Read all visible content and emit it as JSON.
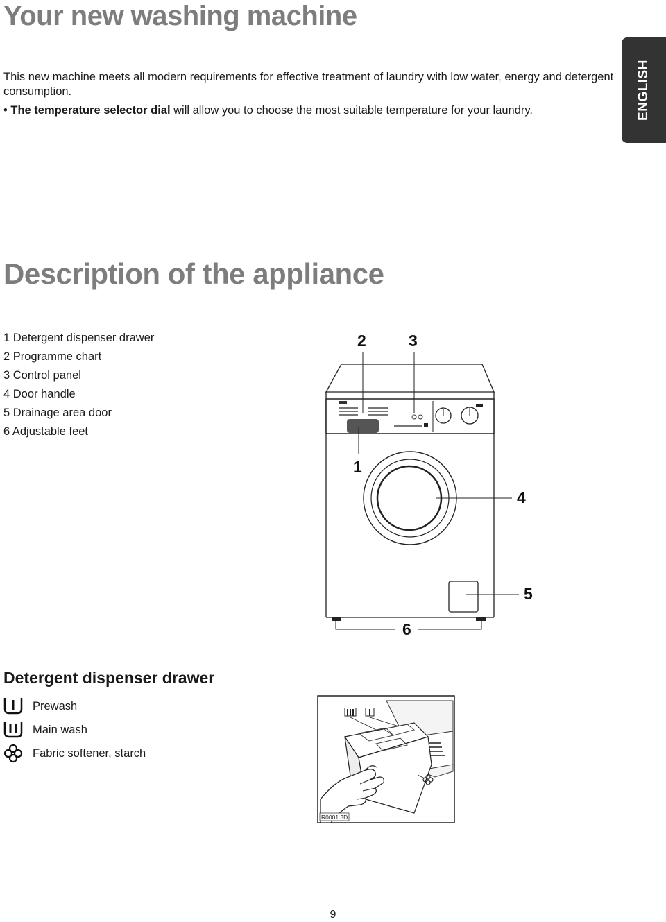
{
  "header": {
    "title": "Your new washing machine",
    "intro": "This new machine meets all modern requirements for effective treatment of laundry with low water, energy and detergent consumption.",
    "bullet_bold": "The temperature selector dial",
    "bullet_rest": " will allow you to choose the most suitable temperature for your laundry."
  },
  "language_tab": "ENGLISH",
  "description": {
    "title": "Description of the appliance",
    "parts": [
      "1 Detergent dispenser drawer",
      "2 Programme chart",
      "3 Control panel",
      "4 Door handle",
      "5 Drainage area door",
      "6 Adjustable feet"
    ],
    "callouts": [
      "1",
      "2",
      "3",
      "4",
      "5",
      "6"
    ]
  },
  "dispenser": {
    "title": "Detergent dispenser drawer",
    "legend": [
      {
        "icon": "prewash-icon",
        "label": "Prewash"
      },
      {
        "icon": "main-wash-icon",
        "label": "Main wash"
      },
      {
        "icon": "fabric-softener-icon",
        "label": "Fabric softener, starch"
      }
    ],
    "figure_code": "R0001 3D"
  },
  "page_number": "9"
}
